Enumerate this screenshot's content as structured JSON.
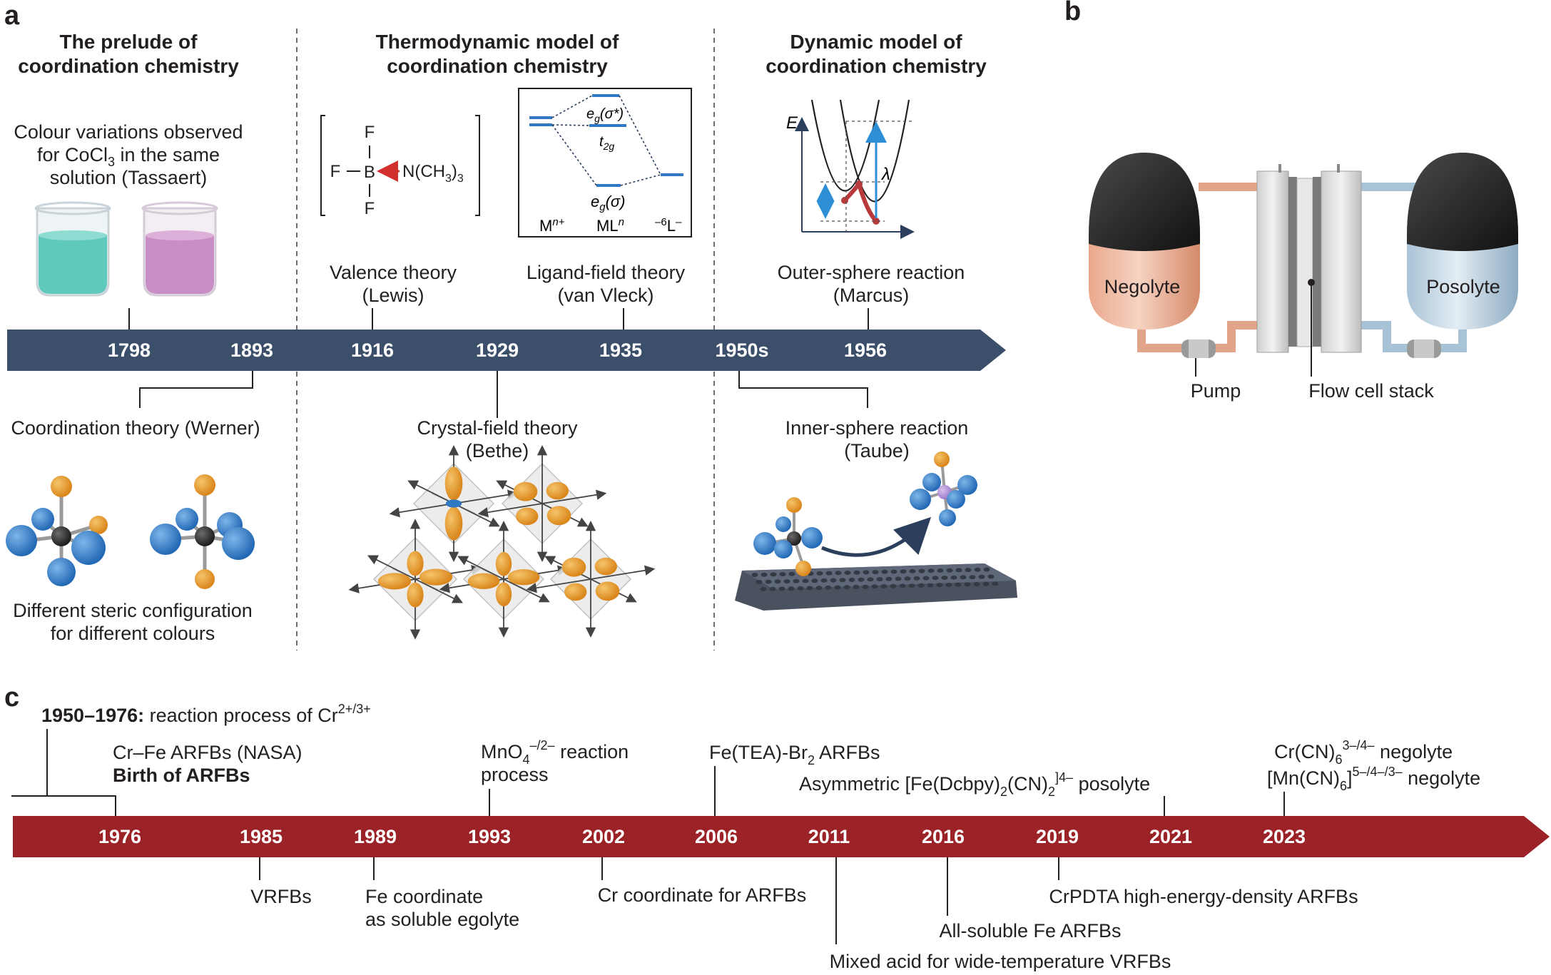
{
  "panels": {
    "a": "a",
    "b": "b",
    "c": "c"
  },
  "panel_a": {
    "eras": [
      {
        "line1": "The prelude of",
        "line2": "coordination chemistry"
      },
      {
        "line1": "Thermodynamic model of",
        "line2": "coordination chemistry"
      },
      {
        "line1": "Dynamic model of",
        "line2": "coordination chemistry"
      }
    ],
    "colour_note": {
      "line1": "Colour variations observed",
      "line2_pre": "for CoCl",
      "line2_sub": "3",
      "line2_post": " in the same",
      "line3": "solution (Tassaert)"
    },
    "years": [
      "1798",
      "1893",
      "1916",
      "1929",
      "1935",
      "1950s",
      "1956"
    ],
    "above_labels": {
      "valence": {
        "line1": "Valence theory",
        "line2": "(Lewis)"
      },
      "ligand": {
        "line1": "Ligand-field theory",
        "line2": "(van Vleck)"
      },
      "outer": {
        "line1": "Outer-sphere reaction",
        "line2": "(Marcus)"
      }
    },
    "below_labels": {
      "werner": "Coordination theory (Werner)",
      "steric": {
        "line1": "Different steric configuration",
        "line2": "for different colours"
      },
      "crystal": {
        "line1": "Crystal-field theory",
        "line2": "(Bethe)"
      },
      "inner": {
        "line1": "Inner-sphere reaction",
        "line2": "(Taube)"
      }
    },
    "lewis": {
      "f": "F",
      "b": "B",
      "n_pre": "N(CH",
      "n_sub": "3",
      "n_post": ")",
      "n_sub2": "3"
    },
    "ligand_field": {
      "eg_star": "e",
      "eg_star_sub": "g",
      "eg_star_tail": "(σ*)",
      "t2g": "t",
      "t2g_sub": "2g",
      "eg": "e",
      "eg_sub": "g",
      "eg_tail": "(σ)",
      "m": "M",
      "m_sup": "n+",
      "ml": "ML",
      "ml_sup": "n",
      "l_pre": "–6",
      "l": "L",
      "l_sup": "–"
    },
    "marcus": {
      "e_axis": "E",
      "lambda": "λ"
    }
  },
  "panel_b": {
    "negolyte": "Negolyte",
    "posolyte": "Posolyte",
    "pump": "Pump",
    "stack": "Flow cell stack"
  },
  "panel_c": {
    "years": [
      "1976",
      "1985",
      "1989",
      "1993",
      "2002",
      "2006",
      "2011",
      "2016",
      "2019",
      "2021",
      "2023"
    ],
    "above": {
      "cr_range": "1950–1976:",
      "cr_text": " reaction process of Cr",
      "cr_sup": "2+/3+",
      "crfe": "Cr–Fe ARFBs (NASA)",
      "birth": "Birth of ARFBs",
      "mno4_pre": "MnO",
      "mno4_sub": "4",
      "mno4_sup": "–/2–",
      "mno4_post": " reaction",
      "mno4_line2": "process",
      "fetea_pre": "Fe(TEA)-Br",
      "fetea_sub": "2",
      "fetea_post": " ARFBs",
      "asym_pre": "Asymmetric [Fe(Dcbpy)",
      "asym_sub": "2",
      "asym_mid": "(CN)",
      "asym_sub2": "2",
      "asym_sup": "4–",
      "asym_post": " posolyte",
      "crcn_pre": "Cr(CN)",
      "crcn_sub": "6",
      "crcn_sup": "3–/4–",
      "crcn_post": " negolyte",
      "mncn_pre": "[Mn(CN)",
      "mncn_sub": "6",
      "mncn_sup": "5–/4–/3–",
      "mncn_post": " negolyte"
    },
    "below": {
      "vrfb": "VRFBs",
      "fe1": "Fe coordinate",
      "fe2": "as soluble egolyte",
      "cr": "Cr coordinate for ARFBs",
      "mixed": "Mixed acid for wide-temperature VRFBs",
      "allfe": "All-soluble Fe ARFBs",
      "crpdta": "CrPDTA high-energy-density ARFBs"
    }
  },
  "colors": {
    "timeline_a": "#3b4f6b",
    "timeline_c": "#9b2226",
    "text": "#231f20",
    "orange": "#e69a2e",
    "blue": "#2f78c4",
    "teal": "#5fc9bd",
    "purple": "#c98ec6"
  },
  "icons": [
    "beaker-icon",
    "molecule-icon",
    "orbital-icon",
    "electrode-icon",
    "tank-icon",
    "pump-icon",
    "stack-icon",
    "curved-arrow-icon"
  ]
}
